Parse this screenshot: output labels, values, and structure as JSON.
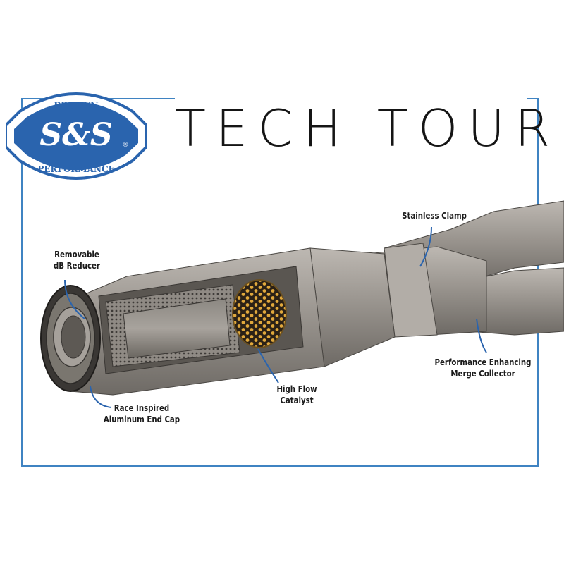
{
  "logo": {
    "top_text": "PROVEN",
    "main_text": "S&S",
    "bottom_text": "PERFORMANCE",
    "registered_mark": "®",
    "brand_blue": "#2a64ae"
  },
  "title": "TECH TOUR",
  "frame_color": "#3f83c2",
  "callout_color": "#2a64ae",
  "callouts": {
    "stainless_clamp": {
      "lines": [
        "Stainless Clamp"
      ]
    },
    "db_reducer": {
      "lines": [
        "Removable",
        "dB Reducer"
      ]
    },
    "merge_collector": {
      "lines": [
        "Performance Enhancing",
        "Merge Collector"
      ]
    },
    "catalyst": {
      "lines": [
        "High Flow",
        "Catalyst"
      ]
    },
    "end_cap": {
      "lines": [
        "Race Inspired",
        "Aluminum End Cap"
      ]
    }
  }
}
